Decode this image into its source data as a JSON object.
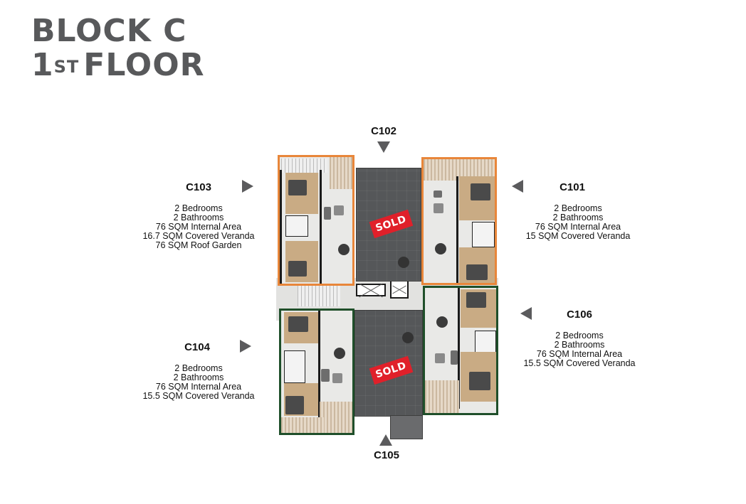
{
  "title": {
    "line1": "BLOCK C",
    "line2_num": "1",
    "line2_sup": "ST",
    "line2_text": "FLOOR"
  },
  "units": {
    "c101": {
      "label": "C101",
      "status": "available",
      "border_color": "#e8863a",
      "details": [
        "2 Bedrooms",
        "2 Bathrooms",
        "76 SQM Internal Area",
        "15 SQM Covered Veranda"
      ]
    },
    "c102": {
      "label": "C102",
      "status": "sold",
      "badge": "SOLD"
    },
    "c103": {
      "label": "C103",
      "status": "available",
      "border_color": "#e8863a",
      "details": [
        "2 Bedrooms",
        "2 Bathrooms",
        "76 SQM Internal Area",
        "16.7 SQM Covered Veranda",
        "76 SQM Roof Garden"
      ]
    },
    "c104": {
      "label": "C104",
      "status": "available",
      "border_color": "#1f4f2a",
      "details": [
        "2 Bedrooms",
        "2 Bathrooms",
        "76 SQM Internal Area",
        "15.5 SQM Covered Veranda"
      ]
    },
    "c105": {
      "label": "C105",
      "status": "sold",
      "badge": "SOLD"
    },
    "c106": {
      "label": "C106",
      "status": "available",
      "border_color": "#1f4f2a",
      "details": [
        "2 Bedrooms",
        "2 Bathrooms",
        "76 SQM Internal Area",
        "15.5 SQM Covered Veranda"
      ]
    }
  },
  "colors": {
    "title": "#58595b",
    "sold_badge": "#e0202a",
    "arrow": "#5b5b5d"
  }
}
